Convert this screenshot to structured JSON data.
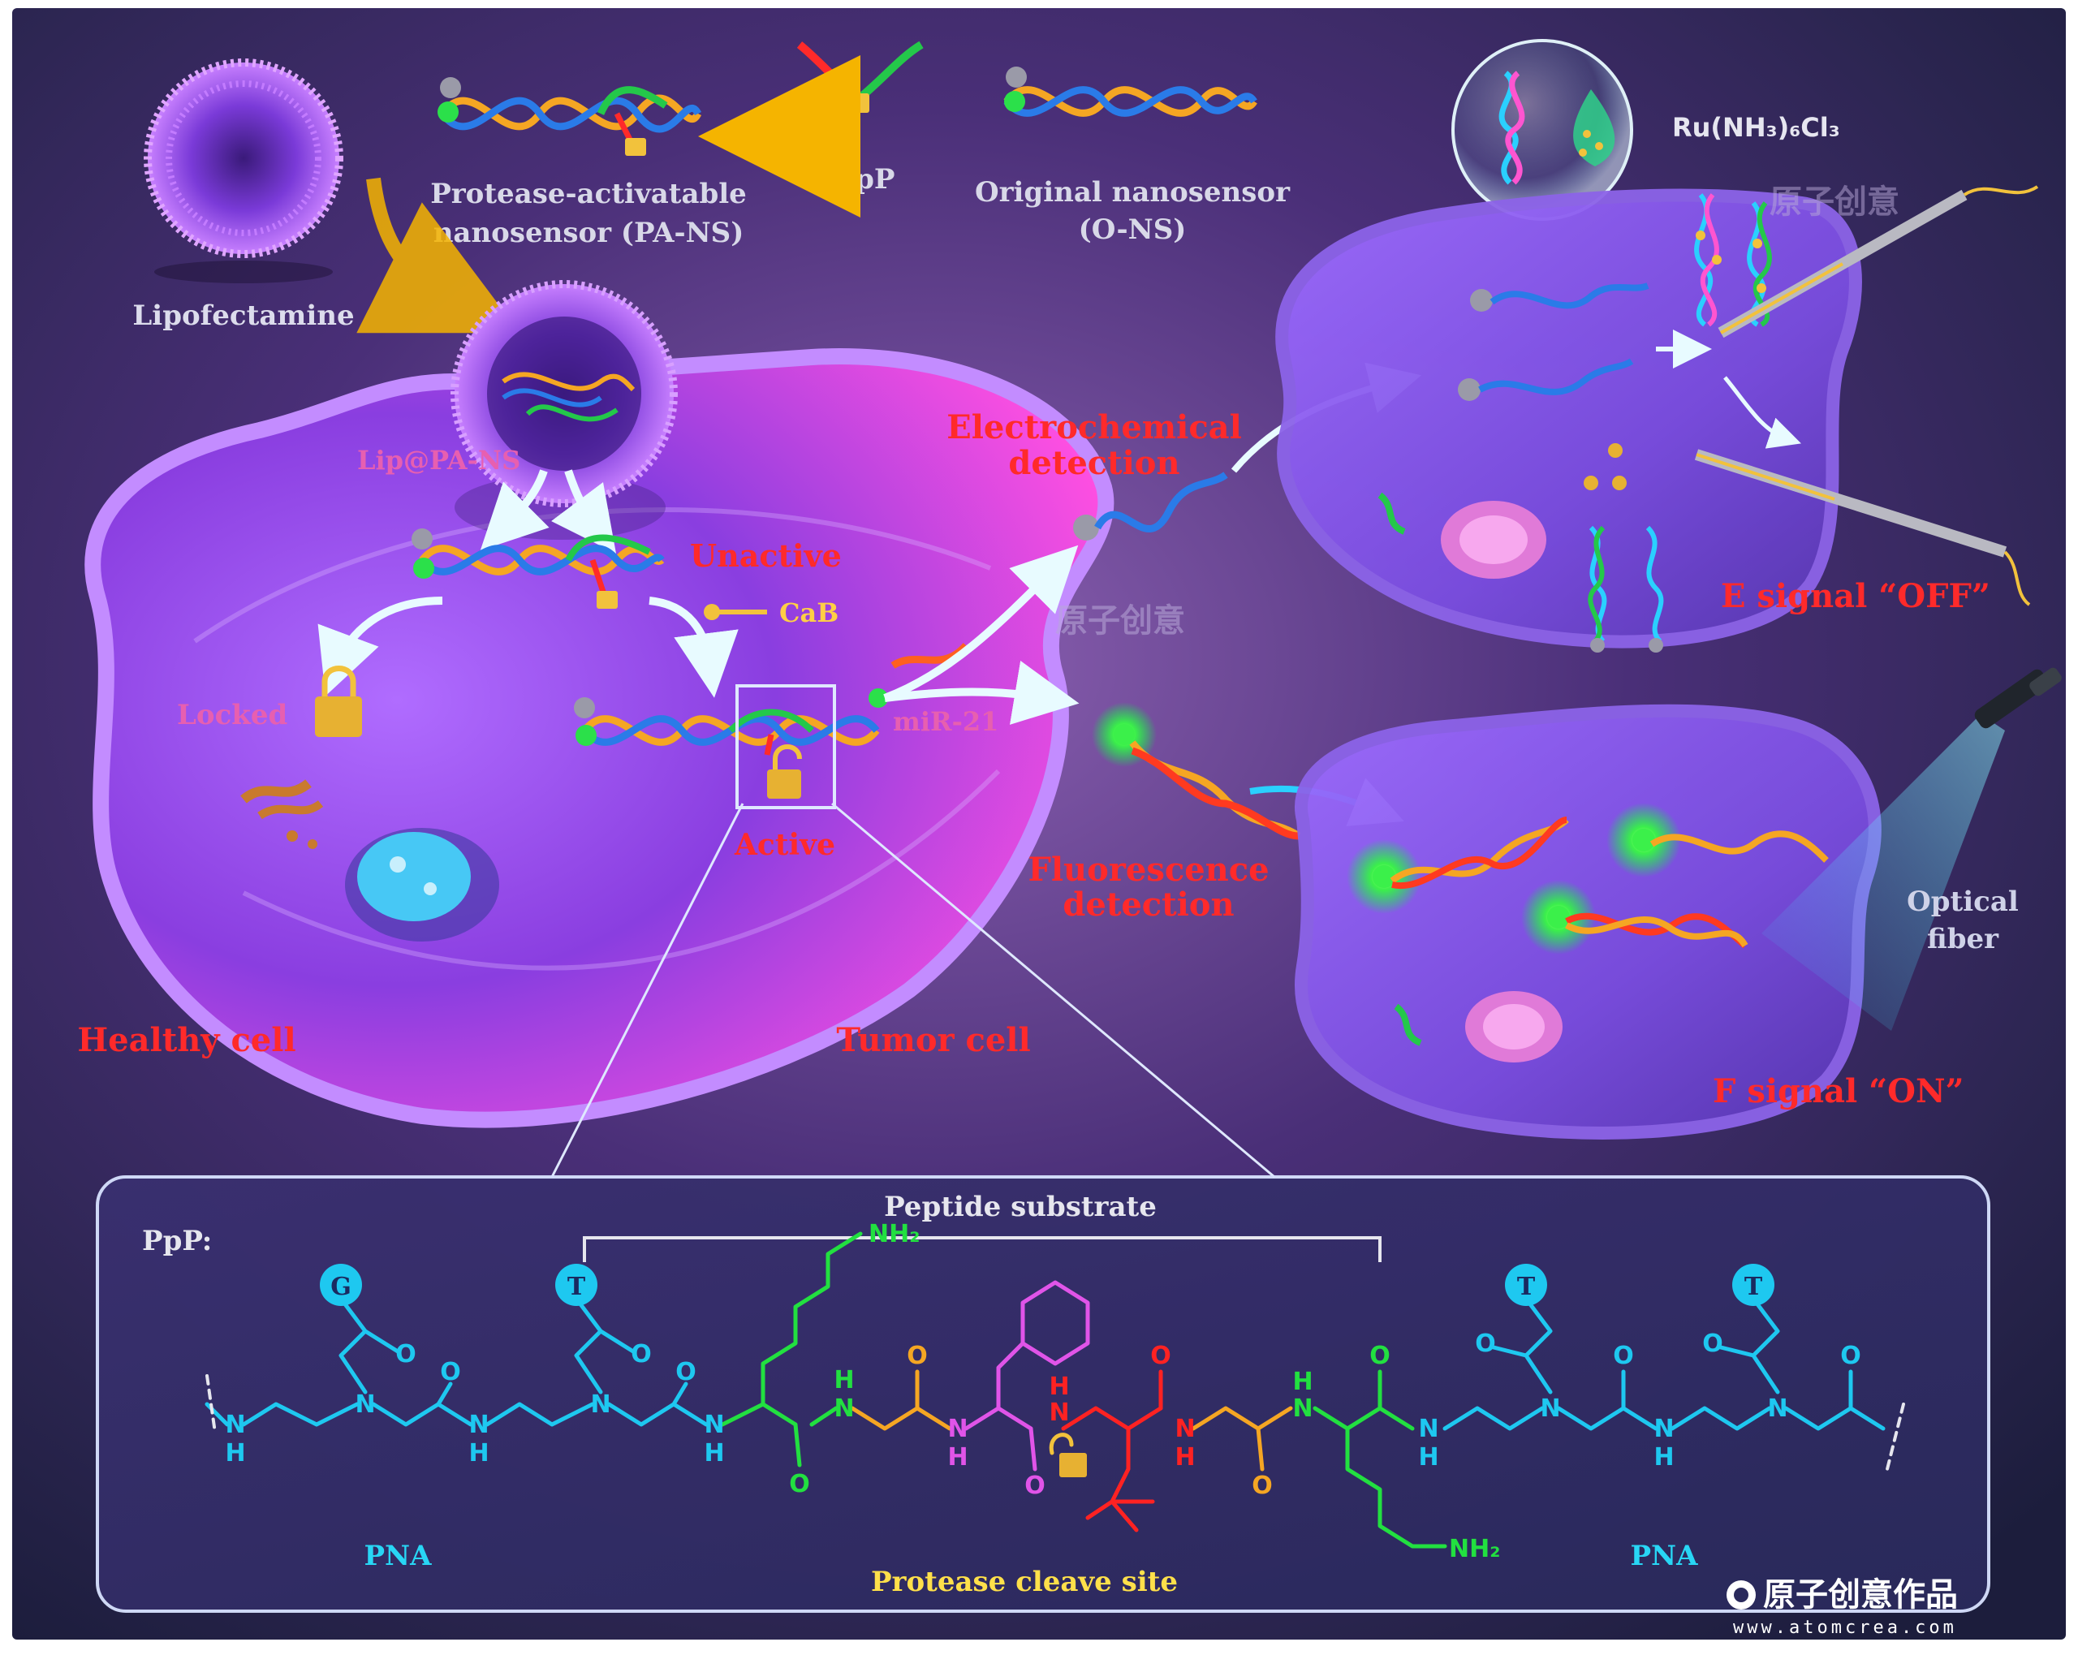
{
  "labels": {
    "lipofectamine": "Lipofectamine",
    "pa_ns_line1": "Protease-activatable",
    "pa_ns_line2": "nanosensor (PA-NS)",
    "ppp": "PpP",
    "o_ns_line1": "Original nanosensor",
    "o_ns_line2": "(O-NS)",
    "ru_reagent": "Ru(NH₃)₆Cl₃",
    "lip_pa_ns": "Lip@PA-NS",
    "unactive": "Unactive",
    "cab": "CaB",
    "locked": "Locked",
    "mir21": "miR-21",
    "active": "Active",
    "electrochemical_1": "Electrochemical",
    "electrochemical_2": "detection",
    "fluorescence_1": "Fluorescence",
    "fluorescence_2": "detection",
    "e_signal": "E signal “OFF”",
    "f_signal": "F signal “ON”",
    "optical_1": "Optical",
    "optical_2": "fiber",
    "healthy_cell": "Healthy cell",
    "tumor_cell": "Tumor cell"
  },
  "panel": {
    "ppp_label": "PpP:",
    "peptide_substrate": "Peptide substrate",
    "pna_left": "PNA",
    "pna_right": "PNA",
    "cleave_site": "Protease cleave site",
    "bases": [
      "G",
      "T",
      "T",
      "T"
    ],
    "nh2": "NH₂",
    "atoms": {
      "N": "N",
      "H": "H",
      "O": "O"
    }
  },
  "watermark": {
    "mid": "原子创意",
    "brand": "原子创意作品",
    "url": "www.atomcrea.com"
  },
  "colors": {
    "pna": "#1ec8f0",
    "lysine": "#22e040",
    "glycine": "#f5a623",
    "phenylalanine": "#e054e8",
    "leucine": "#ff2222",
    "label_red": "#ff2a2a",
    "label_gray": "#e6e6ee",
    "label_yellow": "#ffe04a",
    "label_cyan": "#28d6f5"
  },
  "icons": [
    "lock-icon",
    "unlock-icon",
    "key-icon",
    "dna-icon",
    "optical-fiber-icon",
    "electrode-icon"
  ]
}
